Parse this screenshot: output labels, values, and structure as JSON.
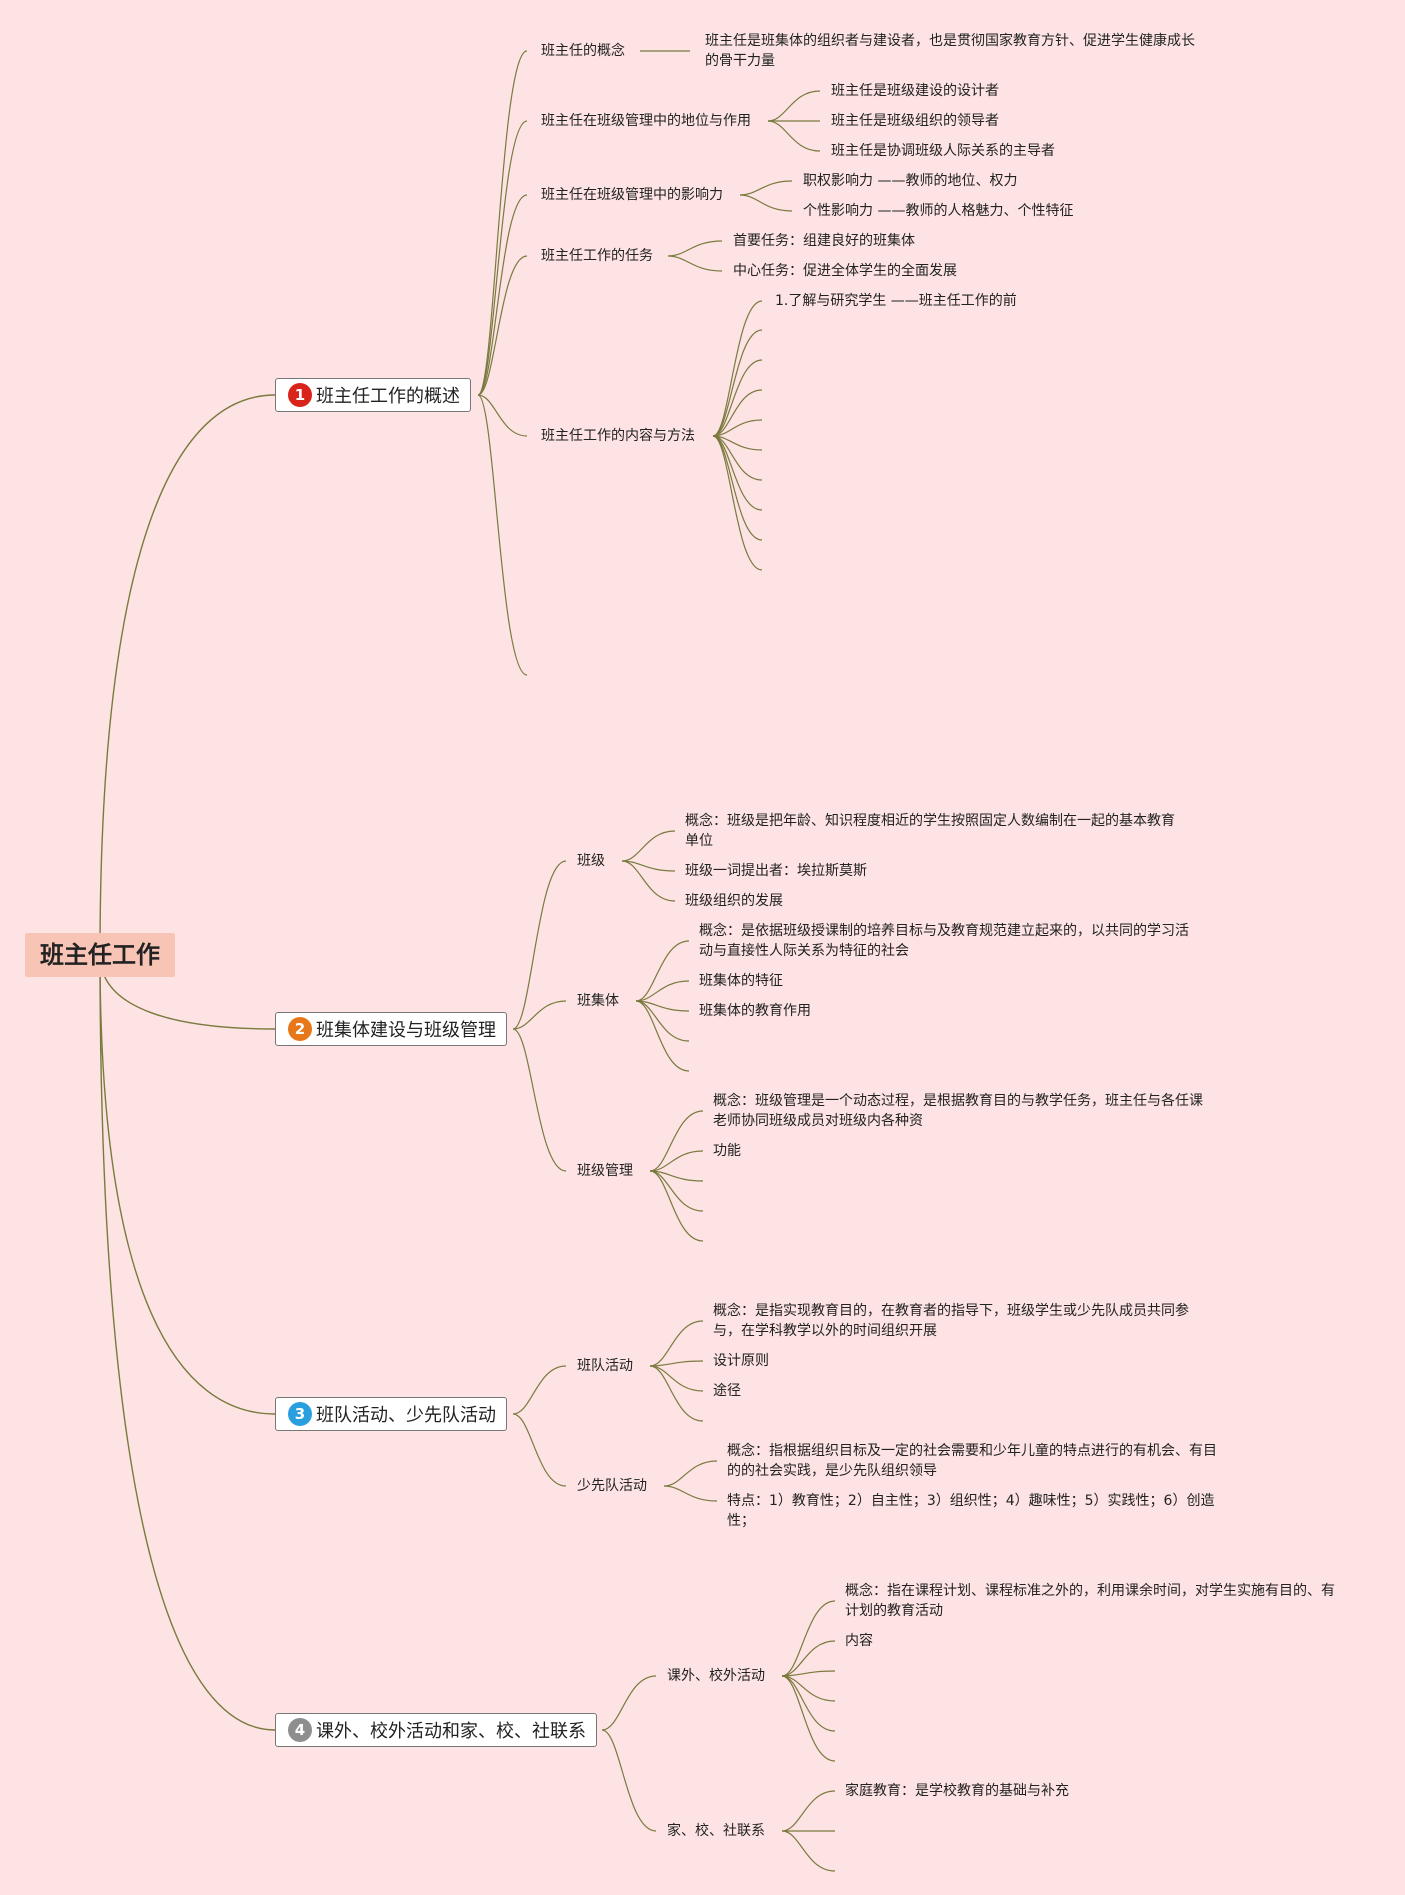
{
  "root": "班主任工作",
  "colors": {
    "background": "#fde3e3",
    "root_fill": "#f8c4b6",
    "line": "#7a7a3f",
    "badge1": "#d9241c",
    "badge2": "#e8761a",
    "badge3": "#2a9fe0",
    "badge4": "#8e8e8e"
  },
  "b1": {
    "num": "1",
    "label": "班主任工作的概述",
    "c1": {
      "label": "班主任的概念",
      "text": "班主任是班集体的组织者与建设者，也是贯彻国家教育方针、促进学生健康成长的骨干力量"
    },
    "c2": {
      "label": "班主任在班级管理中的地位与作用",
      "items": [
        "班主任是班级建设的设计者",
        "班主任是班级组织的领导者",
        "班主任是协调班级人际关系的主导者"
      ]
    },
    "c3": {
      "label": "班主任在班级管理中的影响力",
      "items": [
        "职权影响力 ——教师的地位、权力",
        "个性影响力 ——教师的人格魅力、个性特征"
      ]
    },
    "c4": {
      "label": "班主任工作的任务",
      "items": [
        "首要任务：组建良好的班集体",
        "中心任务：促进全体学生的全面发展"
      ]
    },
    "c5": {
      "label": "班主任工作的内容与方法",
      "item1": "1.了解与研究学生 ——班主任工作的前"
    }
  },
  "b2": {
    "num": "2",
    "label": "班集体建设与班级管理",
    "c1": {
      "label": "班级",
      "items": [
        "概念：班级是把年龄、知识程度相近的学生按照固定人数编制在一起的基本教育单位",
        "班级一词提出者：埃拉斯莫斯",
        "班级组织的发展"
      ]
    },
    "c2": {
      "label": "班集体",
      "items": [
        "概念：是依据班级授课制的培养目标与及教育规范建立起来的，以共同的学习活动与直接性人际关系为特征的社会",
        "班集体的特征",
        "班集体的教育作用"
      ]
    },
    "c3": {
      "label": "班级管理",
      "items": [
        "概念：班级管理是一个动态过程，是根据教育目的与教学任务，班主任与各任课老师协同班级成员对班级内各种资",
        "功能"
      ]
    }
  },
  "b3": {
    "num": "3",
    "label": "班队活动、少先队活动",
    "c1": {
      "label": "班队活动",
      "items": [
        "概念：是指实现教育目的，在教育者的指导下，班级学生或少先队成员共同参与，在学科教学以外的时间组织开展",
        "设计原则",
        "途径"
      ]
    },
    "c2": {
      "label": "少先队活动",
      "items": [
        "概念：指根据组织目标及一定的社会需要和少年儿童的特点进行的有机会、有目的的社会实践，是少先队组织领导",
        "特点：1）教育性；2）自主性；3）组织性；4）趣味性；5）实践性；6）创造性；"
      ]
    }
  },
  "b4": {
    "num": "4",
    "label": "课外、校外活动和家、校、社联系",
    "c1": {
      "label": "课外、校外活动",
      "items": [
        "概念：指在课程计划、课程标准之外的，利用课余时间，对学生实施有目的、有计划的教育活动",
        "内容"
      ]
    },
    "c2": {
      "label": "家、校、社联系",
      "items": [
        "家庭教育：是学校教育的基础与补充"
      ]
    }
  }
}
